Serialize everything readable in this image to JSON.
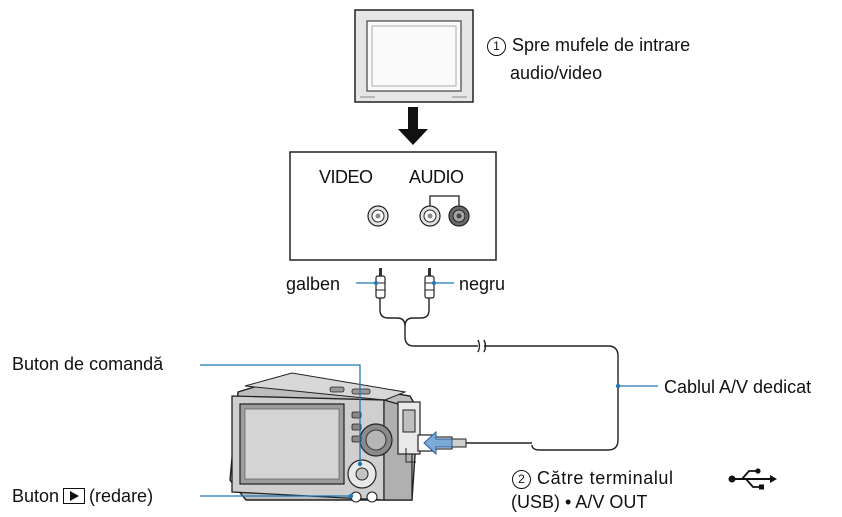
{
  "tv_label": {
    "number": "1",
    "line1": "Spre  mufele de intrare",
    "line2": "audio/video"
  },
  "panel": {
    "video_label": "VIDEO",
    "audio_label": "AUDIO"
  },
  "plug_labels": {
    "yellow": "galben",
    "black": "negru"
  },
  "camera_labels": {
    "control_button": "Buton de comandă",
    "playback_button_prefix": "Buton",
    "playback_button_suffix": "(redare)",
    "playback_icon": "play-icon"
  },
  "cable_label": "Cablul A/V dedicat",
  "terminal_label": {
    "number": "2",
    "line1": "Către  terminalul",
    "line2": "(USB) • A/V OUT",
    "icon": "usb-icon"
  },
  "colors": {
    "line": "#1f78b4",
    "stroke": "#222222",
    "gray_light": "#d9d9d9",
    "gray_mid": "#9a9a9a",
    "gray_dark": "#555555"
  }
}
